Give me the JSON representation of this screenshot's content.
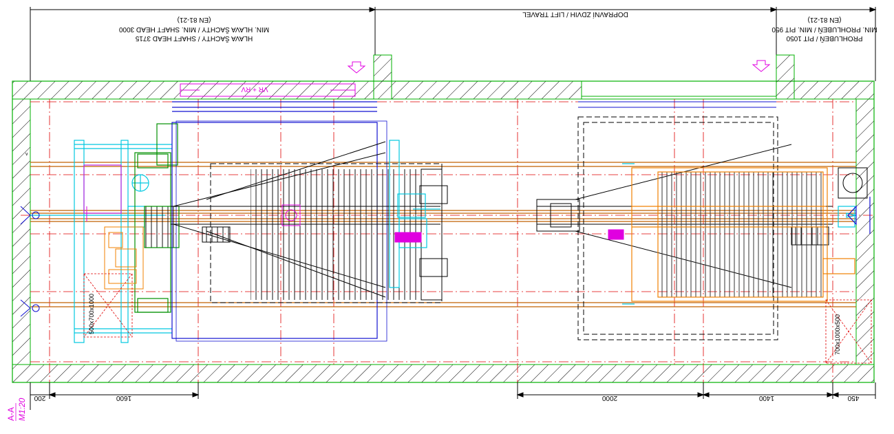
{
  "header": {
    "shaft_head_line1": "HLAVA ŠACHTY / SHAFT HEAD  3715",
    "shaft_head_line2": "MIN. HLAVA ŠACHTY / MIN. SHAFT HEAD 3000",
    "shaft_head_line3": "(EN 81-21)",
    "lift_travel": "DOPRAVNÍ ZDVIH / LIFT TRAVEL",
    "pit_line1": "PROHLUBEŇ / PIT  1050",
    "pit_line2": "MIN. PROHLUBEŇ / MIN. PIT 950",
    "pit_line3": "(EN 81-21)"
  },
  "labels": {
    "vr_rv": "VR + RV",
    "opening_left": "500x700x1000",
    "opening_right": "700x1000x500",
    "side_mark": "v"
  },
  "dimensions": {
    "d200": "200",
    "d1600": "1600",
    "d2000": "2000",
    "d1400": "1400",
    "d450": "450"
  },
  "section": {
    "name": "A-A",
    "scale": "M1:20"
  },
  "colors": {
    "wall": "#00b000",
    "hatch": "#000000",
    "center_line": "#e00000",
    "guide_rail": "#c06000",
    "counterweight": "#00c8e0",
    "platform": "#f08000",
    "door_frame": "#1010d0",
    "annotation": "#e000e0"
  }
}
